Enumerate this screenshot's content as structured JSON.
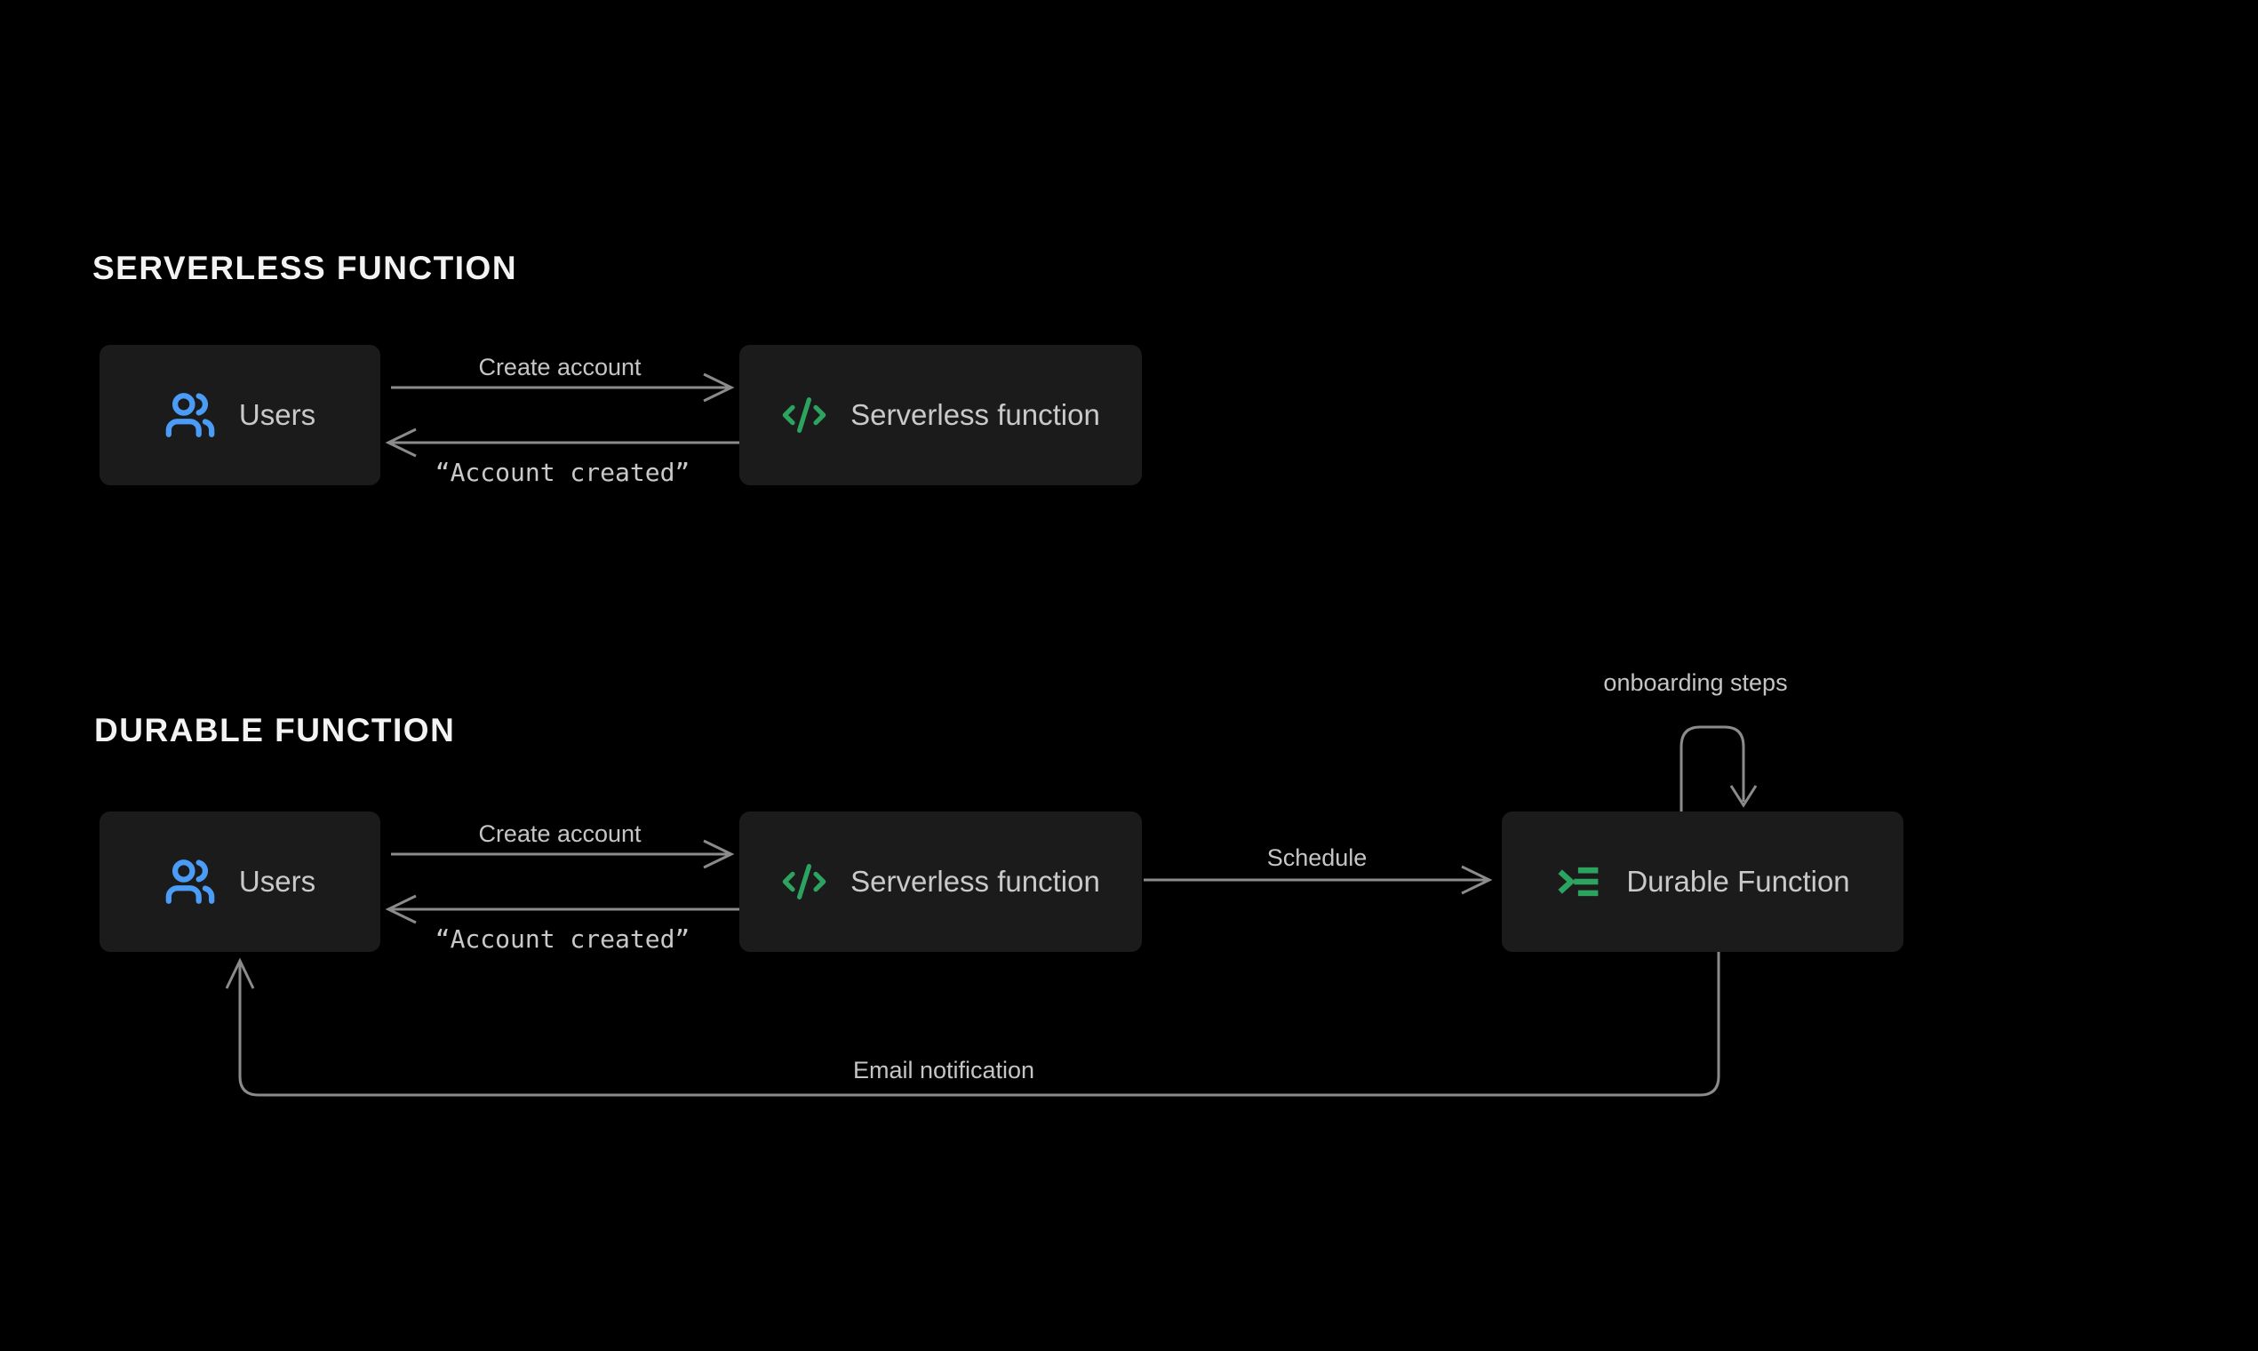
{
  "colors": {
    "page_bg": "#000000",
    "box_bg": "#1b1b1b",
    "box_text": "#c9c9c9",
    "title": "#f3f3f3",
    "arrow": "#8b8b8b",
    "label": "#c5c5c5",
    "blue": "#4a9cf6",
    "green": "#2ca45f"
  },
  "sections": {
    "serverless": {
      "title": "SERVERLESS FUNCTION"
    },
    "durable": {
      "title": "DURABLE FUNCTION"
    }
  },
  "nodes": {
    "users1": {
      "label": "Users",
      "icon": "users-icon"
    },
    "serverless1": {
      "label": "Serverless function",
      "icon": "code-icon"
    },
    "users2": {
      "label": "Users",
      "icon": "users-icon"
    },
    "serverless2": {
      "label": "Serverless function",
      "icon": "code-icon"
    },
    "durable": {
      "label": "Durable Function",
      "icon": "prompt-list-icon"
    }
  },
  "edges": {
    "create_account_1": {
      "label": "Create account",
      "direction": "users1 -> serverless1"
    },
    "account_created_1": {
      "label": "“Account created”",
      "direction": "serverless1 -> users1"
    },
    "create_account_2": {
      "label": "Create account",
      "direction": "users2 -> serverless2"
    },
    "account_created_2": {
      "label": "“Account created”",
      "direction": "serverless2 -> users2"
    },
    "schedule": {
      "label": "Schedule",
      "direction": "serverless2 -> durable"
    },
    "onboarding_steps": {
      "label": "onboarding steps",
      "direction": "durable self-loop"
    },
    "email_notification": {
      "label": "Email notification",
      "direction": "durable -> users2"
    }
  }
}
